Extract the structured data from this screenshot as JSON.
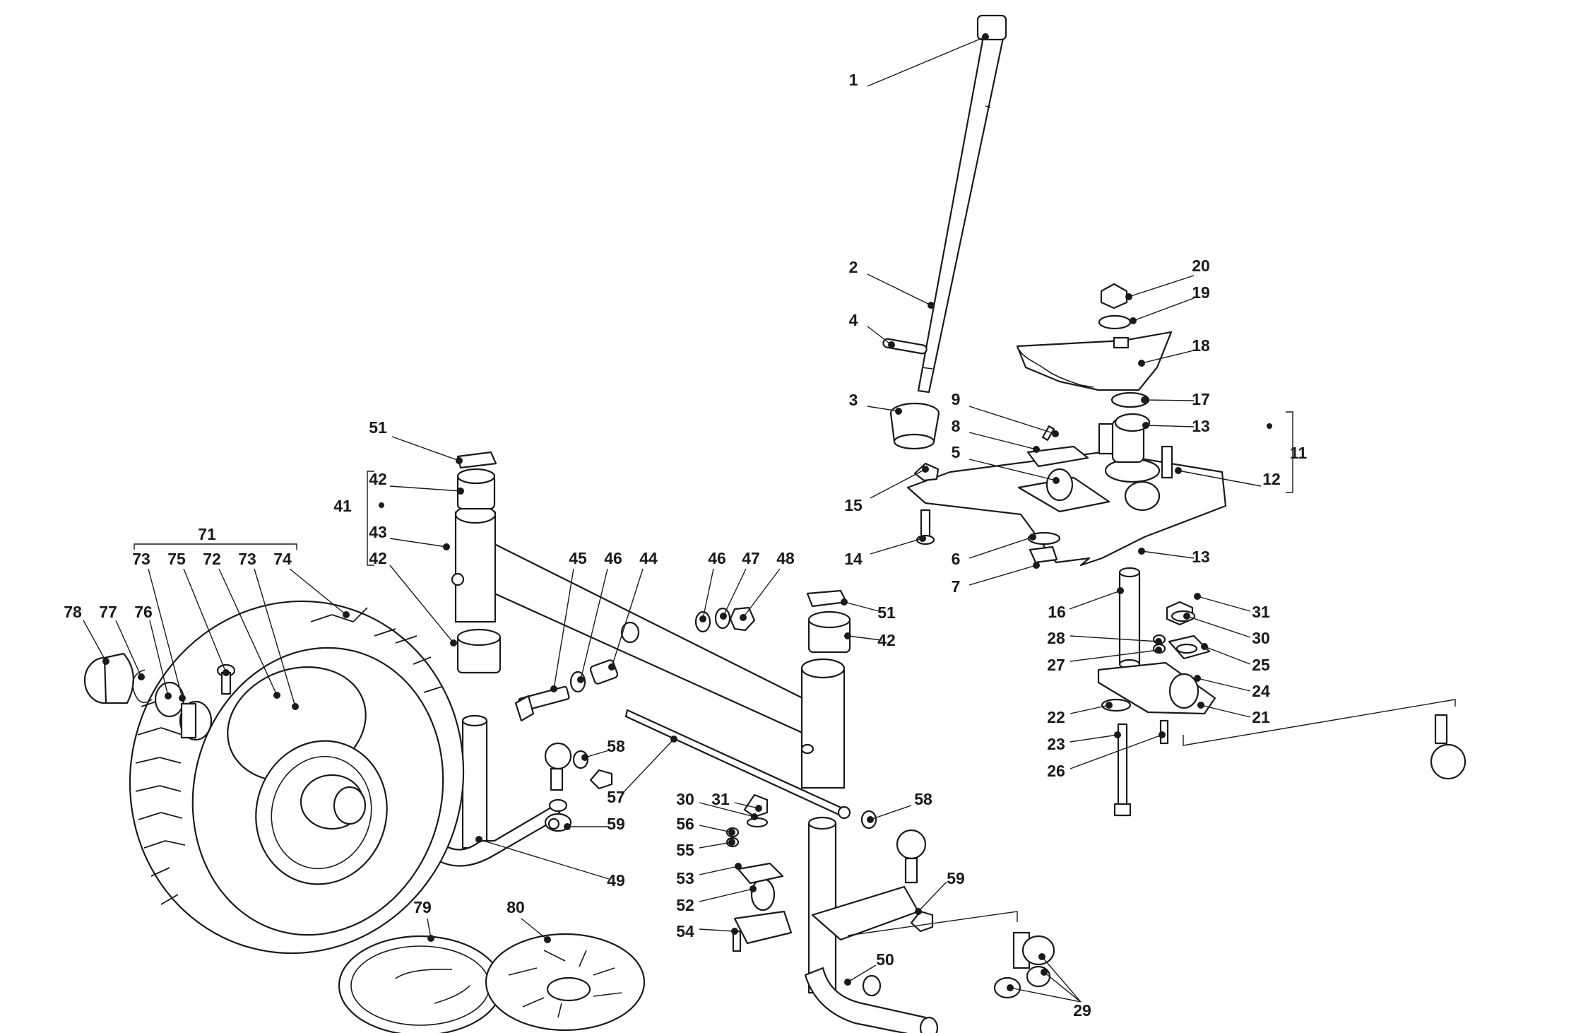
{
  "callouts": [
    {
      "text": "1"
    },
    {
      "text": "2"
    },
    {
      "text": "4"
    },
    {
      "text": "3"
    },
    {
      "text": "9"
    },
    {
      "text": "8"
    },
    {
      "text": "5"
    },
    {
      "text": "15"
    },
    {
      "text": "14"
    },
    {
      "text": "6"
    },
    {
      "text": "7"
    },
    {
      "text": "20"
    },
    {
      "text": "19"
    },
    {
      "text": "18"
    },
    {
      "text": "17"
    },
    {
      "text": "13"
    },
    {
      "text": "11"
    },
    {
      "text": "12"
    },
    {
      "text": "13"
    },
    {
      "text": "16"
    },
    {
      "text": "31"
    },
    {
      "text": "28"
    },
    {
      "text": "30"
    },
    {
      "text": "27"
    },
    {
      "text": "25"
    },
    {
      "text": "24"
    },
    {
      "text": "22"
    },
    {
      "text": "21"
    },
    {
      "text": "23"
    },
    {
      "text": "26"
    },
    {
      "text": "51"
    },
    {
      "text": "42"
    },
    {
      "text": "41"
    },
    {
      "text": "43"
    },
    {
      "text": "42"
    },
    {
      "text": "45"
    },
    {
      "text": "46"
    },
    {
      "text": "44"
    },
    {
      "text": "46"
    },
    {
      "text": "47"
    },
    {
      "text": "48"
    },
    {
      "text": "51"
    },
    {
      "text": "42"
    },
    {
      "text": "71"
    },
    {
      "text": "73"
    },
    {
      "text": "75"
    },
    {
      "text": "72"
    },
    {
      "text": "73"
    },
    {
      "text": "74"
    },
    {
      "text": "78"
    },
    {
      "text": "77"
    },
    {
      "text": "76"
    },
    {
      "text": "58"
    },
    {
      "text": "57"
    },
    {
      "text": "59"
    },
    {
      "text": "49"
    },
    {
      "text": "30"
    },
    {
      "text": "31"
    },
    {
      "text": "56"
    },
    {
      "text": "55"
    },
    {
      "text": "53"
    },
    {
      "text": "52"
    },
    {
      "text": "54"
    },
    {
      "text": "58"
    },
    {
      "text": "59"
    },
    {
      "text": "50"
    },
    {
      "text": "79"
    },
    {
      "text": "80"
    },
    {
      "text": "29"
    }
  ]
}
